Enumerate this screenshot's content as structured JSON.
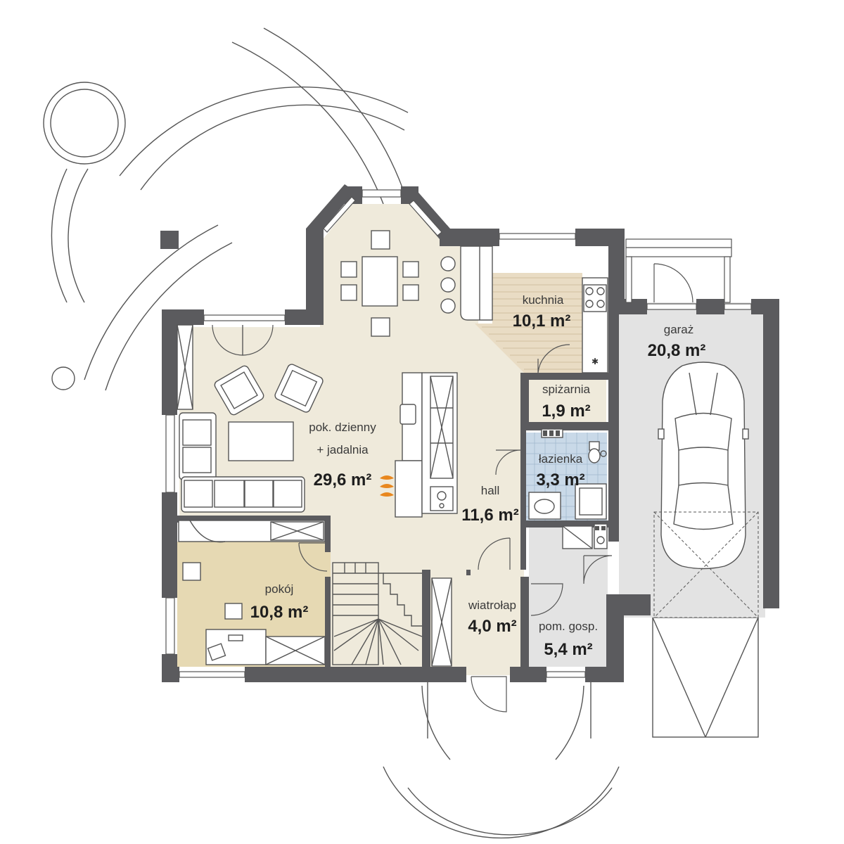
{
  "colors": {
    "wall": "#5b5b5e",
    "living_floor": "#efeadb",
    "room_floor": "#e6d9b3",
    "bath_floor": "#c9d9e8",
    "utility_floor": "#e3e3e3",
    "garage_floor": "#e3e3e3",
    "kitchen_stripes": "#e9dcc4"
  },
  "rooms": {
    "kuchnia": {
      "name": "kuchnia",
      "area": "10,1 m²"
    },
    "garaz": {
      "name": "garaż",
      "area": "20,8 m²"
    },
    "spizarnia": {
      "name": "spiżarnia",
      "area": "1,9 m²"
    },
    "lazienka": {
      "name": "łazienka",
      "area": "3,3 m²"
    },
    "living": {
      "name_line1": "pok. dzienny",
      "name_line2": "+ jadalnia",
      "area": "29,6 m²"
    },
    "hall": {
      "name": "hall",
      "area": "11,6 m²"
    },
    "pokoj": {
      "name": "pokój",
      "area": "10,8 m²"
    },
    "wiatrolap": {
      "name": "wiatrołap",
      "area": "4,0 m²"
    },
    "pom_gosp": {
      "name": "pom. gosp.",
      "area": "5,4 m²"
    }
  }
}
